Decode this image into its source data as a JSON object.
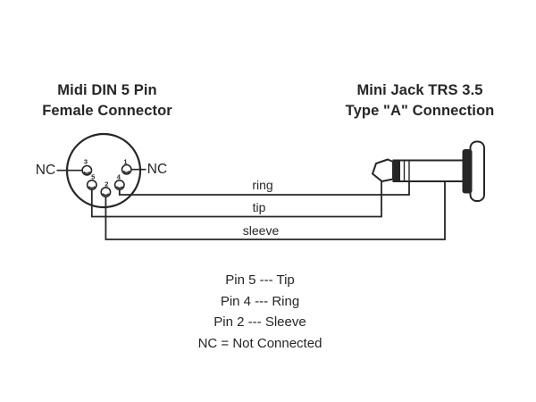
{
  "diagram": {
    "ink_color": "#262626",
    "background": "#ffffff"
  },
  "din": {
    "title_line1": "Midi DIN 5 Pin",
    "title_line2": "Female Connector",
    "nc_left_label": "NC",
    "nc_right_label": "NC",
    "pin_numbers": {
      "p1": "1",
      "p2": "2",
      "p3": "3",
      "p4": "4",
      "p5": "5"
    }
  },
  "jack": {
    "title_line1": "Mini Jack TRS 3.5",
    "title_line2": "Type \"A\" Connection"
  },
  "wires": {
    "ring_label": "ring",
    "tip_label": "tip",
    "sleeve_label": "sleeve"
  },
  "legend": {
    "lines": [
      "Pin 5 --- Tip",
      "Pin 4 --- Ring",
      "Pin 2 --- Sleeve",
      "NC = Not Connected"
    ]
  }
}
